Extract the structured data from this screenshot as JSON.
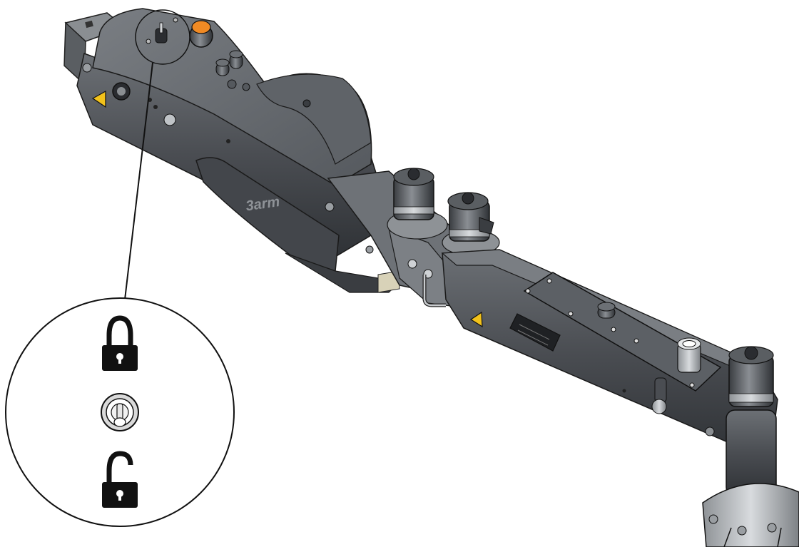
{
  "figure": {
    "brand_logo_text": "3arm",
    "lock_states": [
      "locked",
      "unlocked"
    ],
    "icons": {
      "locked": "padlock-closed-icon",
      "switch": "toggle-switch-icon",
      "unlocked": "padlock-open-icon",
      "warning": "warning-triangle-icon"
    },
    "colors": {
      "arm_body": "#4a4d52",
      "arm_highlight": "#6c7075",
      "arm_shadow": "#2f3236",
      "steel": "#bfc3c7",
      "warning_yellow": "#f2c21b",
      "button_orange": "#f08a24",
      "line": "#111111"
    }
  }
}
